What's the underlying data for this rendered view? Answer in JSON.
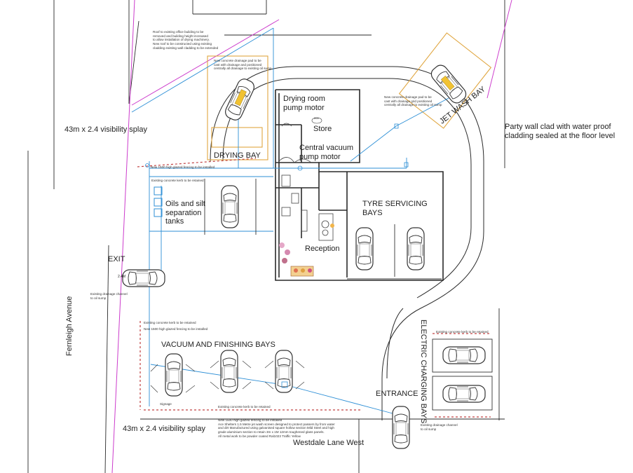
{
  "labels": {
    "splay_top": "43m x 2.4 visibility splay",
    "splay_bottom": "43m x 2.4 visibility splay",
    "drying_room": "Drying room\npump motor",
    "store": "Store",
    "central_vacuum": "Central vacuum\npump motor",
    "drying_bay": "DRYING BAY",
    "jet_wash_bay": "JET WASH BAY",
    "party_wall": "Party wall clad with water proof\ncladding sealed at the floor level",
    "oils_tanks": "Oils and silt\nseparation\ntanks",
    "tyre_servicing": "TYRE SERVICING\nBAYS",
    "reception": "Reception",
    "exit": "EXIT",
    "fernleigh": "Fernleigh Avenue",
    "vacuum_bays": "VACUUM AND FINISHING BAYS",
    "electric_bays": "ELECTRIC CHARGING BAYS",
    "entrance": "ENTRANCE",
    "westdale": "Westdale Lane West",
    "exit_width": "2.4M",
    "store_tag": "200"
  },
  "notes": {
    "roof": "Roof to existing office building to be\nremoved and building height increased\nto allow installation of drying machinery.\nNew roof to be constructed using existing\ncladding existing wall cladding to be extended",
    "drainage_drying": "New concrete drainage pad to be\ncast with drainage and positioned\ncentrally all drainage to existing oil sump",
    "drainage_jet": "New concrete drainage pad to be\ncast with drainage grid positioned\ncentrally all drainage to existing oil sump",
    "fence_top": "New 1500 high glazed fencing to be installed",
    "kerb_top": "Existing concrete kerb to be retained",
    "channel_left": "Existing drainage channel\nto oil sump",
    "kerb_mid": "Existing concrete kerb to be retained",
    "fence_mid": "New 1500 high glazed fencing to be installed",
    "kerb_right": "Existing concrete kerb to be retained",
    "kerb_bottom": "Existing concrete kerb to be retained",
    "signage": "Signage",
    "channel_right": "Existing drainage channel\nto oil sump",
    "fence_bottom": "New 1500 high glazed fencing to be installed\nAce Shelters 1.5 Metre jet wash screen designed to protect passers by from water\nand dirt Manufactured using galvanised square hollow section Mild Steel and high\ngrade aluminium section to retain 3m x 1M 12mm toughened glass panels.\nAll metal work to be powder coated Ral1023 Traffic Yellow"
  },
  "colors": {
    "line": "#2a2a2a",
    "boundary": "#cc3ccc",
    "pipe": "#2d8fd6",
    "bay_box": "#e0a640",
    "fence": "#c04040"
  }
}
